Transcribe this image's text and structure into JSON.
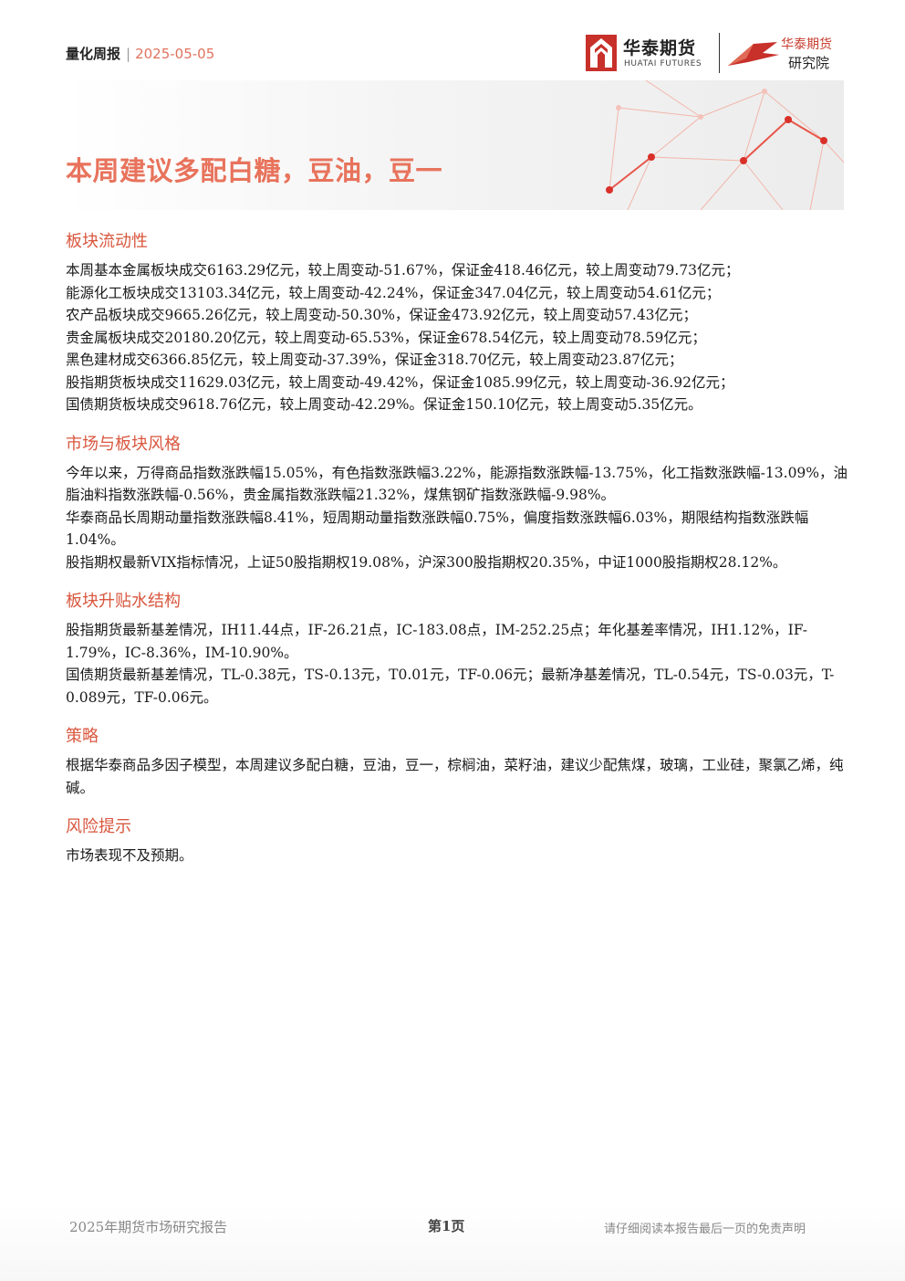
{
  "header": {
    "report_type": "量化周报",
    "separator": "|",
    "date": "2025-05-05",
    "logo_cn": "华泰期货",
    "logo_en": "HUATAI FUTURES",
    "institute_line1": "华泰期货",
    "institute_line2": "研究院"
  },
  "title": "本周建议多配白糖，豆油，豆一",
  "colors": {
    "accent": "#e8735c",
    "section_heading": "#d9573f",
    "brand_red": "#c83c2e"
  },
  "sections": [
    {
      "heading": "板块流动性",
      "paragraphs": [
        "本周基本金属板块成交6163.29亿元，较上周变动-51.67%，保证金418.46亿元，较上周变动79.73亿元；",
        "能源化工板块成交13103.34亿元，较上周变动-42.24%，保证金347.04亿元，较上周变动54.61亿元；",
        "农产品板块成交9665.26亿元，较上周变动-50.30%，保证金473.92亿元，较上周变动57.43亿元；",
        "贵金属板块成交20180.20亿元，较上周变动-65.53%，保证金678.54亿元，较上周变动78.59亿元；",
        "黑色建材成交6366.85亿元，较上周变动-37.39%，保证金318.70亿元，较上周变动23.87亿元；",
        "股指期货板块成交11629.03亿元，较上周变动-49.42%，保证金1085.99亿元，较上周变动-36.92亿元；",
        "国债期货板块成交9618.76亿元，较上周变动-42.29%。保证金150.10亿元，较上周变动5.35亿元。"
      ]
    },
    {
      "heading": "市场与板块风格",
      "paragraphs": [
        "今年以来，万得商品指数涨跌幅15.05%，有色指数涨跌幅3.22%，能源指数涨跌幅-13.75%，化工指数涨跌幅-13.09%，油脂油料指数涨跌幅-0.56%，贵金属指数涨跌幅21.32%，煤焦钢矿指数涨跌幅-9.98%。",
        "华泰商品长周期动量指数涨跌幅8.41%，短周期动量指数涨跌幅0.75%，偏度指数涨跌幅6.03%，期限结构指数涨跌幅1.04%。",
        "股指期权最新VIX指标情况，上证50股指期权19.08%，沪深300股指期权20.35%，中证1000股指期权28.12%。"
      ]
    },
    {
      "heading": "板块升贴水结构",
      "paragraphs": [
        "股指期货最新基差情况，IH11.44点，IF-26.21点，IC-183.08点，IM-252.25点；年化基差率情况，IH1.12%，IF-1.79%，IC-8.36%，IM-10.90%。",
        "国债期货最新基差情况，TL-0.38元，TS-0.13元，T0.01元，TF-0.06元；最新净基差情况，TL-0.54元，TS-0.03元，T-0.089元，TF-0.06元。"
      ]
    },
    {
      "heading": "策略",
      "paragraphs": [
        "根据华泰商品多因子模型，本周建议多配白糖，豆油，豆一，棕榈油，菜籽油，建议少配焦煤，玻璃，工业硅，聚氯乙烯，纯碱。"
      ]
    },
    {
      "heading": "风险提示",
      "paragraphs": [
        "市场表现不及预期。"
      ]
    }
  ],
  "footer": {
    "left": "2025年期货市场研究报告",
    "page": "第1页",
    "right": "请仔细阅读本报告最后一页的免责声明"
  }
}
